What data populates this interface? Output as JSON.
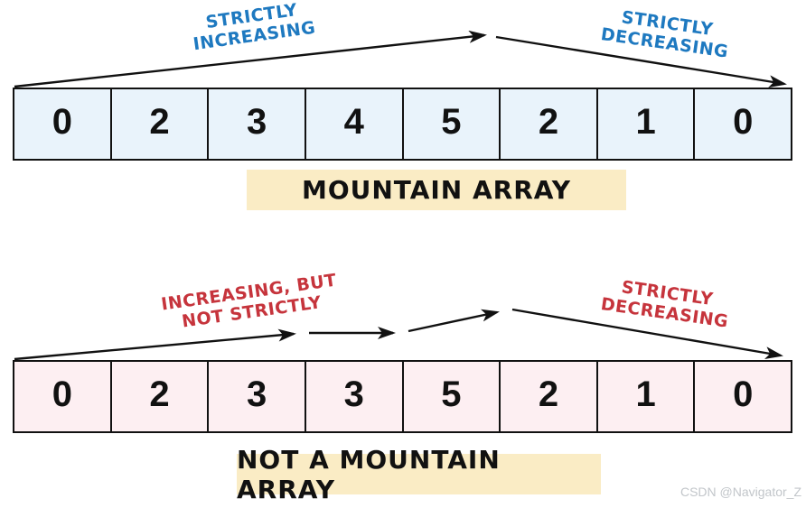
{
  "mountain_section": {
    "increasing_label": {
      "line1": "STRICTLY",
      "line2": "INCREASING"
    },
    "decreasing_label": {
      "line1": "STRICTLY",
      "line2": "DECREASING"
    },
    "array": {
      "values": [
        "0",
        "2",
        "3",
        "4",
        "5",
        "2",
        "1",
        "0"
      ]
    },
    "caption": "MOUNTAIN ARRAY"
  },
  "not_mountain_section": {
    "increasing_label": {
      "line1": "INCREASING, BUT",
      "line2": "NOT STRICTLY"
    },
    "decreasing_label": {
      "line1": "STRICTLY",
      "line2": "DECREASING"
    },
    "array": {
      "values": [
        "0",
        "2",
        "3",
        "3",
        "5",
        "2",
        "1",
        "0"
      ]
    },
    "caption": "NOT A MOUNTAIN ARRAY"
  },
  "watermark": "CSDN @Navigator_Z",
  "colors": {
    "annotation_blue": "#1e79c0",
    "annotation_red": "#c6343c",
    "mountain_cell_bg": "#e9f3fb",
    "not_mountain_cell_bg": "#fdeff2",
    "caption_bg": "#faecc5",
    "arrow": "#111111",
    "watermark_gray": "#c2c6ca"
  }
}
